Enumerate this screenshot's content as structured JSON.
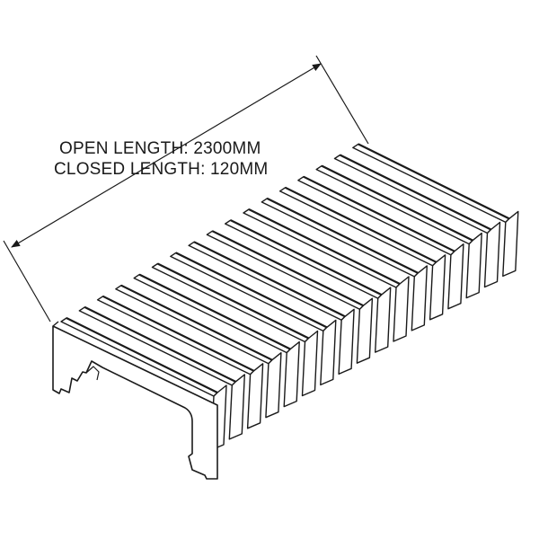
{
  "annotation": {
    "open_length": "OPEN LENGTH: 2300MM",
    "closed_length": "CLOSED LENGTH: 120MM"
  },
  "drawing": {
    "subject": "bellows-cover",
    "fold_count": 17,
    "line_color": "#1a1a1a",
    "fill_color": "#ffffff"
  }
}
